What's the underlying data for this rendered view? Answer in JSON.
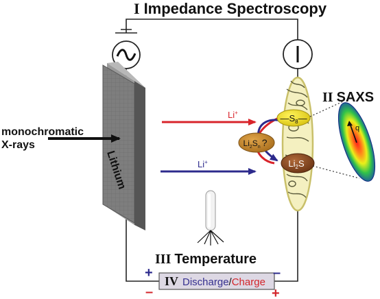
{
  "title": {
    "roman": "I",
    "text": "Impedance Spectroscopy"
  },
  "saxs": {
    "roman": "II",
    "text": "SAXS",
    "vector": "q"
  },
  "temperature": {
    "roman": "III",
    "text": "Temperature"
  },
  "discharge_charge": {
    "roman": "IV",
    "discharge": "Discharge",
    "slash": "/",
    "charge": "Charge"
  },
  "xray_label": {
    "line1": "monochromatic",
    "line2": "X-rays"
  },
  "electrode_label": "Lithium",
  "ion_labels": {
    "top": "Li",
    "bottom": "Li",
    "superscript": "+"
  },
  "species": {
    "sulfur": {
      "base": "S",
      "sub": "8",
      "prefix": "—",
      "suffix": "—"
    },
    "polysulfide": {
      "base": "Li",
      "sub1": "2",
      "mid": "S",
      "sub2": "n",
      "suffix": "?"
    },
    "sulfide": {
      "base": "Li",
      "sub1": "2",
      "mid": "S"
    }
  },
  "terminals": {
    "left_top": "+",
    "left_bottom": "–",
    "right_top": "–",
    "right_bottom": "+"
  },
  "colors": {
    "red_arrow": "#d8242b",
    "blue_arrow": "#2c2a8c",
    "electrode": "#7b7b7b",
    "sulfur_blob": "#f3e62a",
    "sulfide_blob": "#8a4a23",
    "polysulfide_blob": "#c7902a",
    "discharge_text": "#35308f",
    "charge_text": "#d3252b",
    "terminal_plus_left": "#2c2a8c",
    "terminal_minus_left": "#d3252b",
    "terminal_minus_right": "#2c2a8c",
    "terminal_plus_right": "#d3252b"
  },
  "icons": {
    "ac_source": "ac-source-icon",
    "ammeter": "ammeter-icon",
    "thermocouple": "thermocouple-icon"
  }
}
